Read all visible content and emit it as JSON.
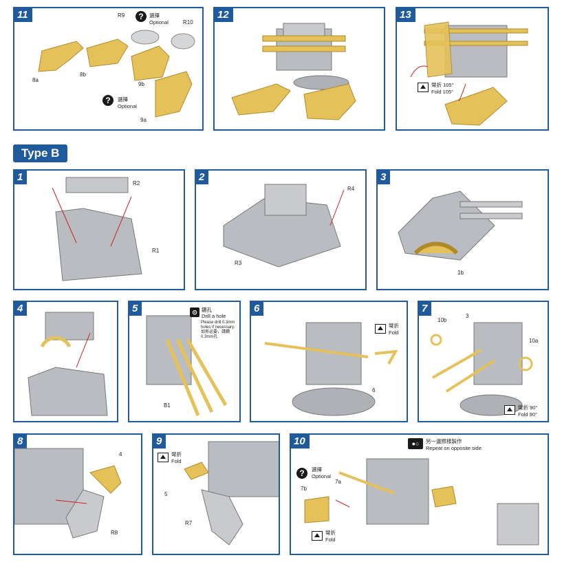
{
  "section_b": "Type B",
  "optional_zh": "選擇",
  "optional_en": "Optional",
  "fold_zh": "彎折",
  "fold_en": "Fold",
  "top": {
    "s11": {
      "num": "11",
      "labels": {
        "r9": "R9",
        "r10": "R10",
        "a8": "8a",
        "b8": "8b",
        "b9": "9b",
        "a9": "9a"
      }
    },
    "s12": {
      "num": "12"
    },
    "s13": {
      "num": "13",
      "fold105_zh": "彎折 105°",
      "fold105_en": "Fold 105°"
    }
  },
  "b": {
    "s1": {
      "num": "1",
      "r2": "R2",
      "r1": "R1"
    },
    "s2": {
      "num": "2",
      "r4": "R4",
      "r3": "R3"
    },
    "s3": {
      "num": "3",
      "b1": "1b"
    },
    "s4": {
      "num": "4"
    },
    "s5": {
      "num": "5",
      "drill_zh": "鑽孔",
      "drill_en": "Drill a hole",
      "drill_note": [
        "Please drill 0.3mm",
        "holes if necessary.",
        "如有必要，請鑽",
        "0.3mm孔"
      ],
      "b1": "B1"
    },
    "s6": {
      "num": "6",
      "p6": "6"
    },
    "s7": {
      "num": "7",
      "p10b": "10b",
      "p3": "3",
      "p10a": "10a",
      "fold90_zh": "彎折 90°",
      "fold90_en": "Fold 90°"
    },
    "s8": {
      "num": "8",
      "p4": "4",
      "r8": "R8"
    },
    "s9": {
      "num": "9",
      "p5": "5",
      "r7": "R7"
    },
    "s10": {
      "num": "10",
      "repeat_zh": "另一邊照樣製作",
      "repeat_en": "Repeat on opposite side",
      "p7b": "7b",
      "p7a": "7a"
    }
  },
  "colors": {
    "frame": "#1f5a9c",
    "brass": "#e5c15a",
    "gray": "#b9bcc0",
    "red": "#cc2222"
  }
}
